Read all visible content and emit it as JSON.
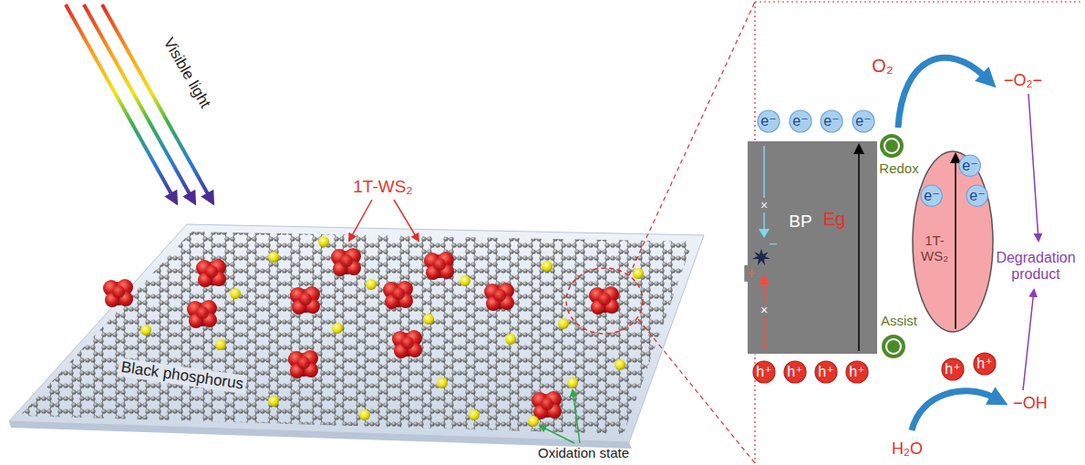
{
  "diagram": {
    "nodes": [
      {
        "text": [
          "BP",
          "Eg"
        ]
      },
      {
        "text": [
          "e⁻"
        ]
      },
      {
        "text": [
          "e⁻"
        ]
      },
      {
        "text": [
          "e⁻"
        ]
      },
      {
        "text": [
          "e⁻"
        ]
      },
      {
        "text": [
          "h⁺"
        ]
      },
      {
        "text": [
          "h⁺"
        ]
      },
      {
        "text": [
          "h⁺"
        ]
      },
      {
        "text": [
          "h⁺"
        ]
      },
      {
        "text": [
          "1T-WS₂"
        ]
      },
      {
        "text": [
          "e⁻"
        ],
        "in": 9
      },
      {
        "text": [
          "e⁻"
        ],
        "in": 9
      },
      {
        "text": [
          "e⁻"
        ],
        "in": 9
      },
      {
        "text": [
          "h⁺"
        ]
      },
      {
        "text": [
          "h⁺"
        ]
      }
    ],
    "labels": [
      "Visible light",
      "1T-WS₂",
      "Black phosphorus",
      "Oxidation state",
      "O₂",
      "−O₂−",
      "Redox",
      "Assist",
      "Degradation product",
      "H₂O",
      "−OH",
      "×",
      "×",
      "−",
      "+"
    ]
  }
}
